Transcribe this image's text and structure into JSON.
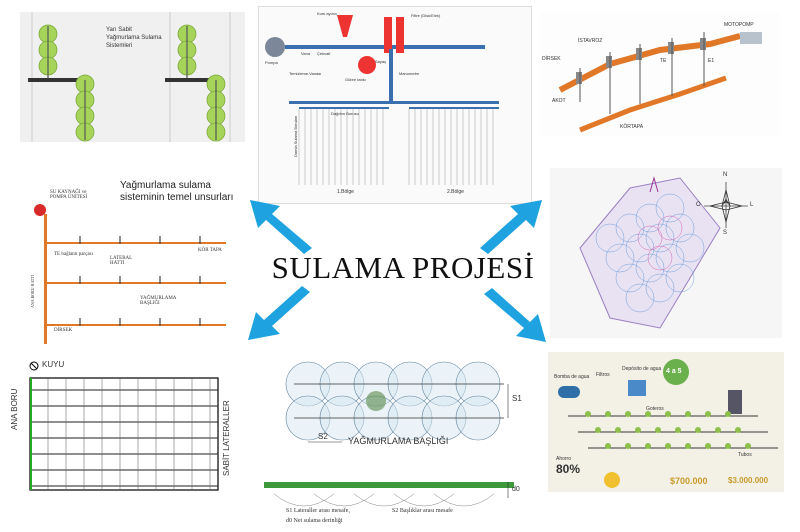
{
  "title": "SULAMA PROJESİ",
  "colors": {
    "arrow": "#1fa3e0",
    "sprinkler_green": "#a6d45a",
    "pipe_orange": "#e07828",
    "pump_red": "#d82a2a"
  },
  "panel_tl": {
    "caption": "Yarı Sabit Yağmurlama Sulama Sistemleri"
  },
  "panel_tc": {
    "labels": {
      "kum_ayirici": "Kum ayırıcı",
      "filtre": "Filtre (Disk/Elek)",
      "pompa": "Pompa",
      "vana": "Vana",
      "cekvalf": "Çekvalf",
      "gubre_tanki": "Gübre tankı",
      "sayac": "Sayaç",
      "manometre": "Manometre",
      "temizleme_vanasi": "Temizleme Vanası",
      "dagitim_borusu": "Dağıtım Borusu",
      "bolge1": "1.Bölge",
      "bolge2": "2.Bölge",
      "damla_sulama": "Damla Sulama Boruları"
    }
  },
  "panel_tr": {
    "labels": {
      "dirsek": "DİRSEK",
      "istavroz": "İSTAVROZ",
      "te": "TE",
      "motopomp": "MOTOPOMP",
      "akot": "AKOT",
      "kortapa": "KÖRTAPA",
      "e1": "E1"
    }
  },
  "panel_ml": {
    "heading": "Yağmurlama sulama sisteminin temel unsurları",
    "labels": {
      "su_kaynagi": "SU KAYNAĞI ve POMPA ÜNİTESİ",
      "te_baglanti": "TE bağlantı parçası",
      "lateral": "LATERAL HATTI",
      "kor_tapa": "KÖR TAPA",
      "yagmurlama_basligi": "YAĞMURLAMA BAŞLIĞI",
      "dirsek": "DİRSEK",
      "ana_boru_hatti": "ANA BORU HATTI"
    }
  },
  "panel_mr": {
    "compass": {
      "n": "N",
      "s": "S",
      "e": "L",
      "w": "O"
    }
  },
  "panel_bl": {
    "labels": {
      "kuyu": "KUYU",
      "ana_boru": "ANA BORU",
      "sabit_lateraller": "SABİT LATERALLER"
    }
  },
  "panel_bc": {
    "labels": {
      "s1": "S1",
      "s2": "S2",
      "do": "d0",
      "heading": "YAĞMURLAMA BAŞLIĞI"
    },
    "legend": [
      "S1 Lateraller arası mesafe,",
      "S2 Başlıklar arası mesafe",
      "d0 Net sulama derinliği"
    ]
  },
  "panel_br": {
    "labels": {
      "bomba": "Bomba de agua",
      "deposito": "Depósito de agua",
      "goteros": "Goteros",
      "tubos": "Tubos",
      "filtros": "Filtros",
      "ahorro": "Ahorro",
      "percent": "80%",
      "badge": "4 a 5",
      "cost1": "$700.000",
      "cost2": "$3.000.000"
    }
  }
}
